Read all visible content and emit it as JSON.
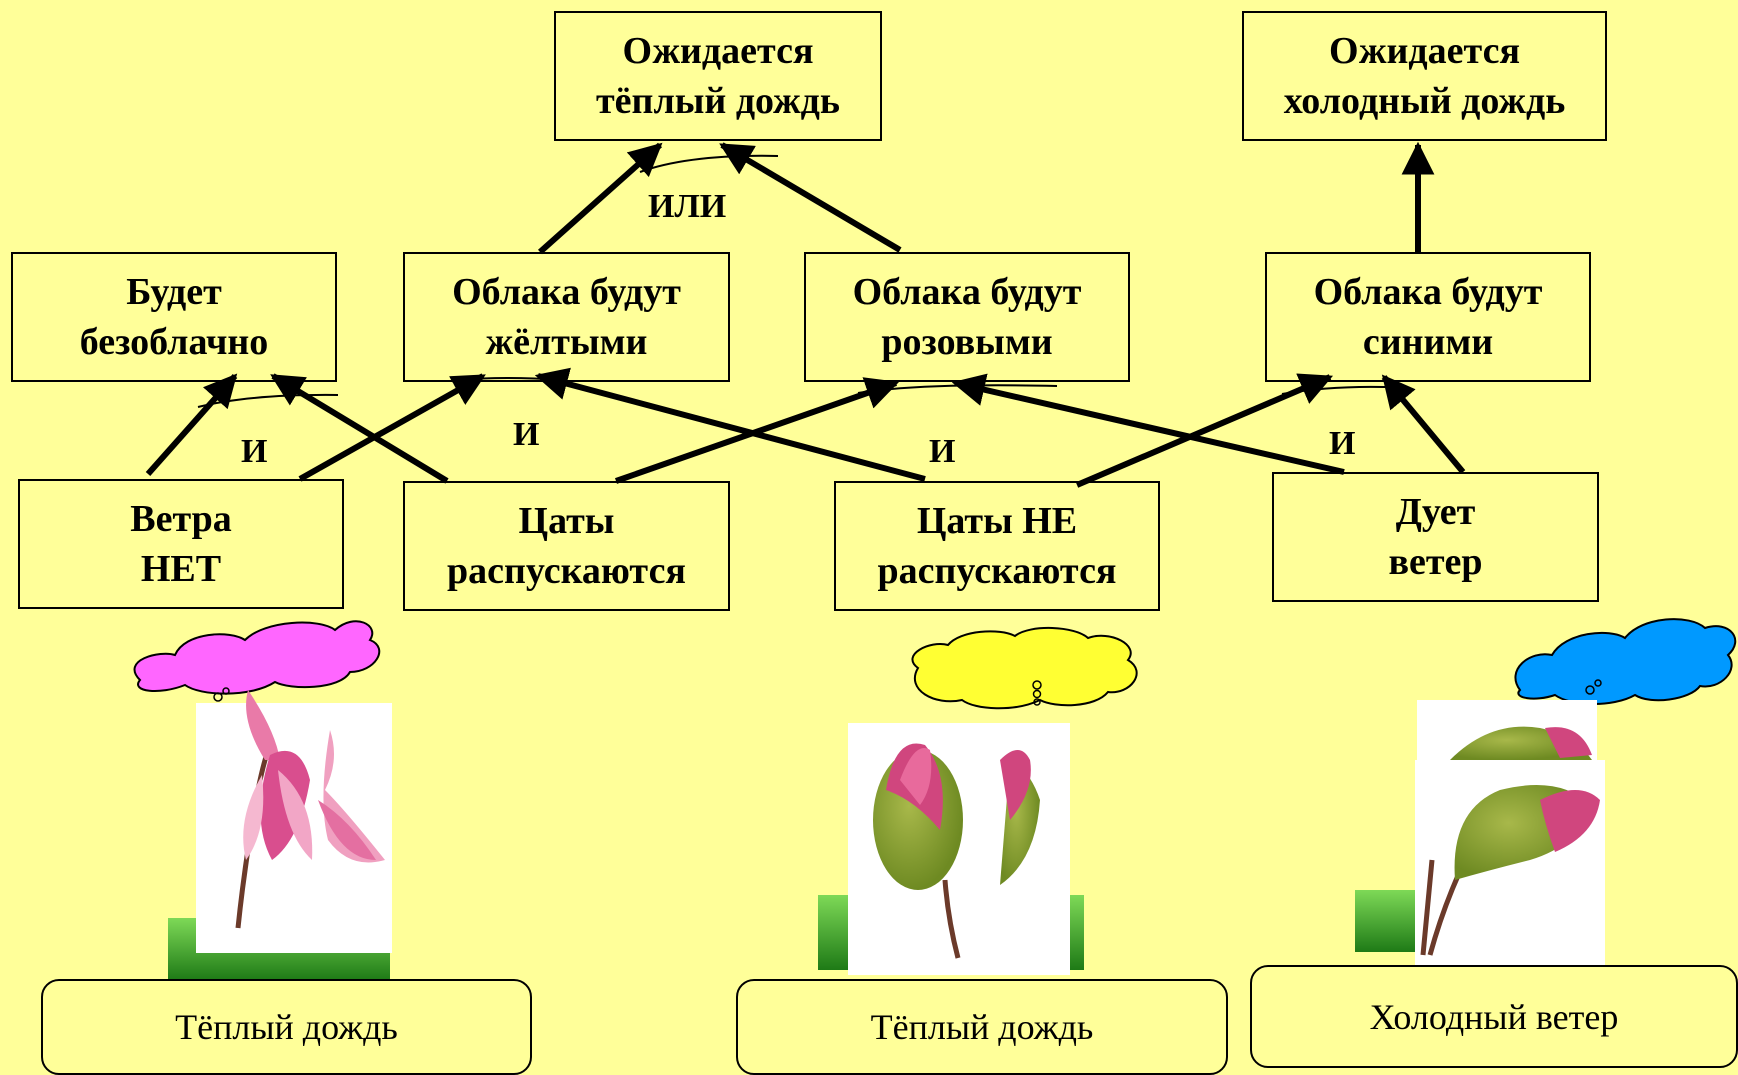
{
  "goals": {
    "warm_rain": [
      "Ожидается",
      "тёплый дождь"
    ],
    "cold_rain": [
      "Ожидается",
      "холодный дождь"
    ]
  },
  "middle": {
    "cloudless": [
      "Будет",
      "безоблачно"
    ],
    "yellow": [
      "Облака будут",
      "жёлтыми"
    ],
    "pink": [
      "Облака будут",
      "розовыми"
    ],
    "blue": [
      "Облака будут",
      "синими"
    ]
  },
  "facts": {
    "no_wind": [
      "Ветра",
      "НЕТ"
    ],
    "bloom": [
      "Цаты",
      "распускаются"
    ],
    "no_bloom": [
      "Цаты НЕ",
      "распускаются"
    ],
    "wind": [
      "Дует",
      "ветер"
    ]
  },
  "operators": {
    "or": "ИЛИ",
    "and1": "И",
    "and2": "И",
    "and3": "И",
    "and4": "И"
  },
  "captions": {
    "left": "Тёплый дождь",
    "middle": "Тёплый дождь",
    "right": "Холодный ветер"
  },
  "colors": {
    "background": "#FFFF99",
    "cloud_magenta": "#FF66FF",
    "cloud_yellow": "#FFFF33",
    "cloud_blue": "#0099FF"
  }
}
